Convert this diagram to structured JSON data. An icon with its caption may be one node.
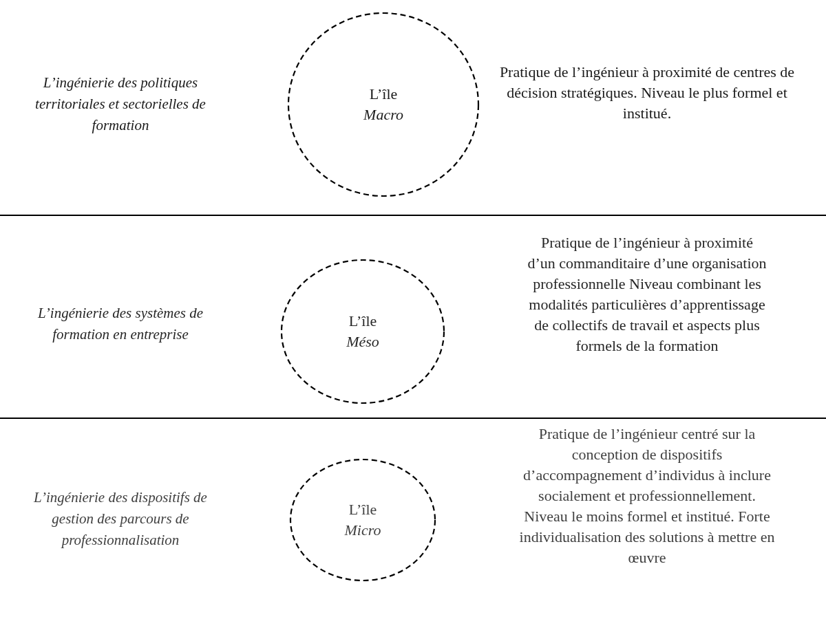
{
  "diagram": {
    "nodes": [
      {
        "text": [
          "L’île",
          "Macro"
        ]
      },
      {
        "text": [
          "L’île",
          "Méso"
        ]
      },
      {
        "text": [
          "L’île",
          "Micro"
        ]
      }
    ],
    "labels": [
      "L’ingénierie des politiques territoriales et sectorielles de formation",
      "Pratique de l’ingénieur à proximité de centres de décision stratégiques. Niveau le plus formel et institué.",
      "L’ingénierie des systèmes de formation en entreprise",
      "Pratique de l’ingénieur à proximité d’un commanditaire d’une organisation professionnelle Niveau combinant les modalités particulières d’apprentissage de collectifs de travail et aspects plus formels de la formation",
      "L’ingénierie des dispositifs de gestion des parcours de professionnalisation",
      "Pratique de l’ingénieur centré sur la conception de dispositifs d’accompagnement d’individus à inclure socialement et professionnellement. Niveau le moins formel et institué. Forte individualisation des solutions à mettre en œuvre"
    ]
  }
}
